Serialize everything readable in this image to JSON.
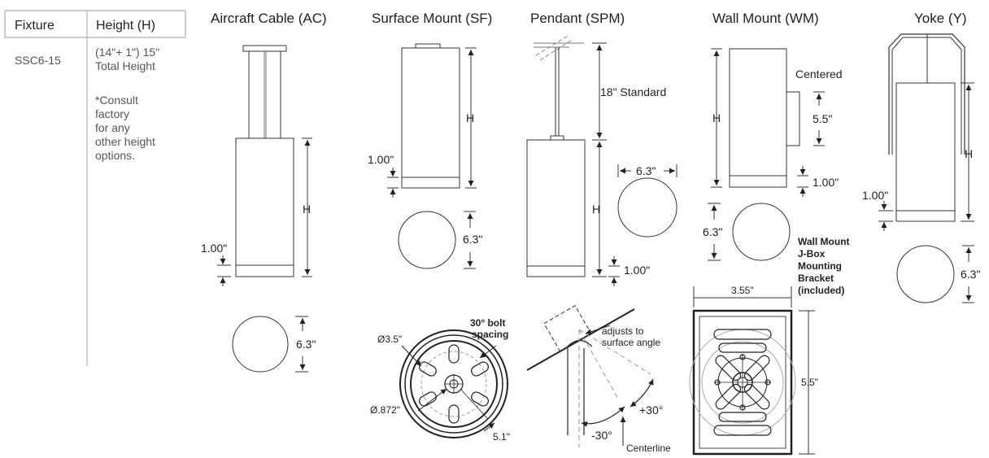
{
  "table": {
    "col_fixture": "Fixture",
    "col_height": "Height (H)",
    "fixture": "SSC6-15",
    "height_line1": "(14\"+ 1\") 15\"",
    "height_line2": "Total Height",
    "note_lines": [
      "*Consult",
      "factory",
      "for any",
      "other height",
      "options."
    ]
  },
  "views": {
    "ac": {
      "title": "Aircraft Cable (AC)",
      "h": "H",
      "base": "1.00\"",
      "dia": "6.3\""
    },
    "sf": {
      "title": "Surface Mount (SF)",
      "h": "H",
      "base": "1.00\"",
      "dia": "6.3\""
    },
    "spm": {
      "title": "Pendant (SPM)",
      "standard": "18\" Standard",
      "h": "H",
      "base": "1.00\"",
      "dia": "6.3\""
    },
    "wm": {
      "title": "Wall Mount (WM)",
      "centered": "Centered",
      "bracket_h": "5.5\"",
      "h": "H",
      "base": "1.00\"",
      "dia": "6.3\""
    },
    "y": {
      "title": "Yoke (Y)",
      "h": "H",
      "base": "1.00\"",
      "dia": "6.3\""
    }
  },
  "canopy": {
    "bolt_line1": "30° bolt",
    "bolt_line2": "spacing",
    "outer_dia": "Ø3.5\"",
    "inner_dia": "Ø.872\"",
    "offset": "5.1\""
  },
  "angle": {
    "adjust_line1": "adjusts to",
    "adjust_line2": "surface angle",
    "plus": "+30°",
    "minus": "-30°",
    "centerline": "Centerline"
  },
  "bracket": {
    "label_lines": [
      "Wall Mount",
      "J-Box",
      "Mounting",
      "Bracket",
      "(included)"
    ],
    "width": "3.55\"",
    "height": "5.5\""
  }
}
